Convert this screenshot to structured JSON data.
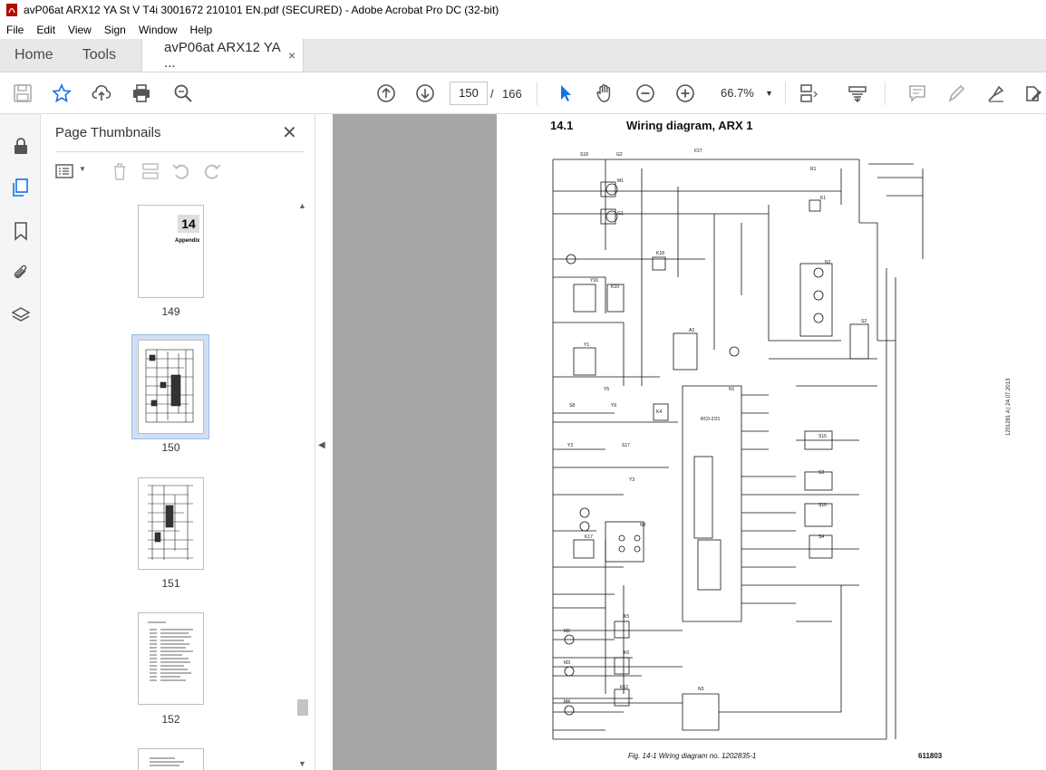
{
  "window": {
    "title": "avP06at ARX12 YA St V T4i 3001672 210101 EN.pdf (SECURED) - Adobe Acrobat Pro DC (32-bit)"
  },
  "menu": {
    "items": [
      "File",
      "Edit",
      "View",
      "Sign",
      "Window",
      "Help"
    ]
  },
  "tabs": {
    "home": "Home",
    "tools": "Tools",
    "document": "avP06at ARX12 YA ...",
    "close": "×"
  },
  "toolbar": {
    "current_page": "150",
    "page_separator": "/",
    "total_pages": "166",
    "zoom": "66.7%"
  },
  "panel": {
    "title": "Page Thumbnails",
    "thumbnails": [
      {
        "page": "149",
        "heading": "14",
        "subheading": "Appendix"
      },
      {
        "page": "150",
        "selected": true
      },
      {
        "page": "151"
      },
      {
        "page": "152"
      }
    ]
  },
  "document": {
    "section_number": "14.1",
    "section_title": "Wiring diagram, ARX 1",
    "figure_caption": "Fig. 14-1 Wiring diagram no. 1202835-1",
    "figure_number": "611803",
    "side_stamp": "1201281 A | 24.07.2013",
    "labels": {
      "s18": "S18",
      "g2": "G2",
      "f27": "F27",
      "r1": "R1",
      "k1": "K1",
      "m1": "M1",
      "g1": "G1",
      "k18": "K18",
      "y16": "Y16",
      "k19": "K19",
      "n2": "N2",
      "a2": "A2",
      "y1": "Y1",
      "s2": "S2",
      "y5": "Y5",
      "n1": "N1",
      "s8": "S8",
      "y6": "Y6",
      "k4": "K4",
      "y2": "Y2",
      "s17": "S17",
      "s15": "S15",
      "s3": "S3",
      "y3": "Y3",
      "s16": "S16",
      "s4": "S4",
      "n3": "N3",
      "k17": "K17",
      "k5": "K5",
      "k6": "K6",
      "k12": "K12",
      "n3b": "N3",
      "m2": "M2",
      "m3": "M3",
      "m4": "M4",
      "rc0": "RC0-2/21"
    }
  }
}
